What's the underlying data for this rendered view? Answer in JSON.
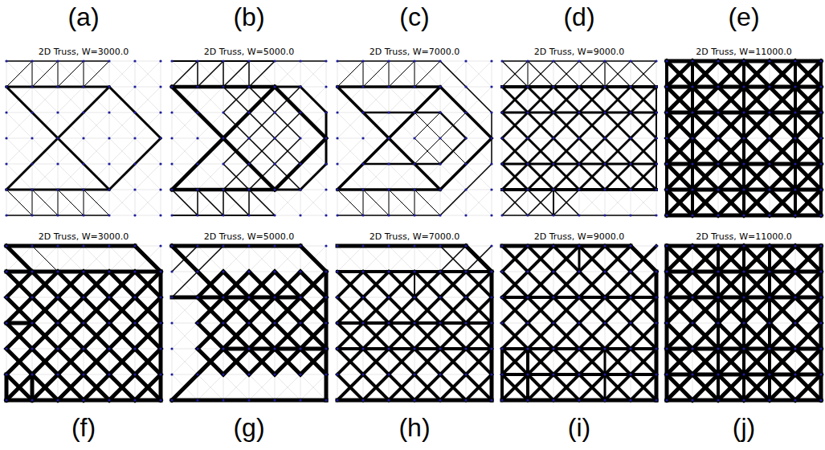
{
  "diagram": {
    "labels": [
      "(a)",
      "(b)",
      "(c)",
      "(d)",
      "(e)",
      "2D Truss, W=3000.0",
      "2D Truss, W=5000.0",
      "2D Truss, W=7000.0",
      "2D Truss, W=9000.0",
      "2D Truss, W=11000.0",
      "2D Truss, W=3000.0",
      "2D Truss, W=5000.0",
      "2D Truss, W=7000.0",
      "2D Truss, W=9000.0",
      "2D Truss, W=11000.0",
      "(f)",
      "(g)",
      "(h)",
      "(i)",
      "(j)"
    ]
  }
}
